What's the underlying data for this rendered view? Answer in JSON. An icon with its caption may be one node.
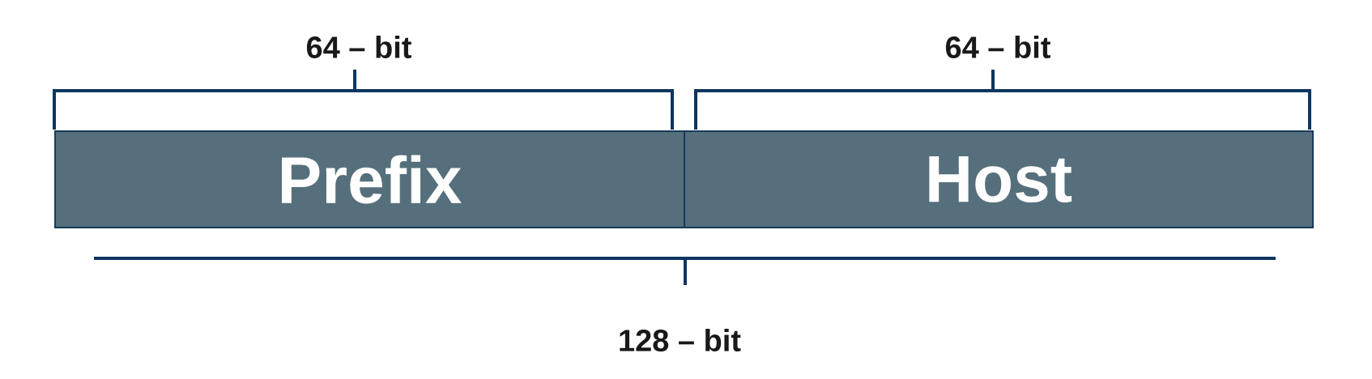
{
  "diagram": {
    "nodes": [
      {
        "text": [
          "Prefix"
        ]
      },
      {
        "text": [
          "Host"
        ]
      }
    ],
    "labels": [
      "64 – bit",
      "64 – bit",
      "128 – bit"
    ]
  }
}
